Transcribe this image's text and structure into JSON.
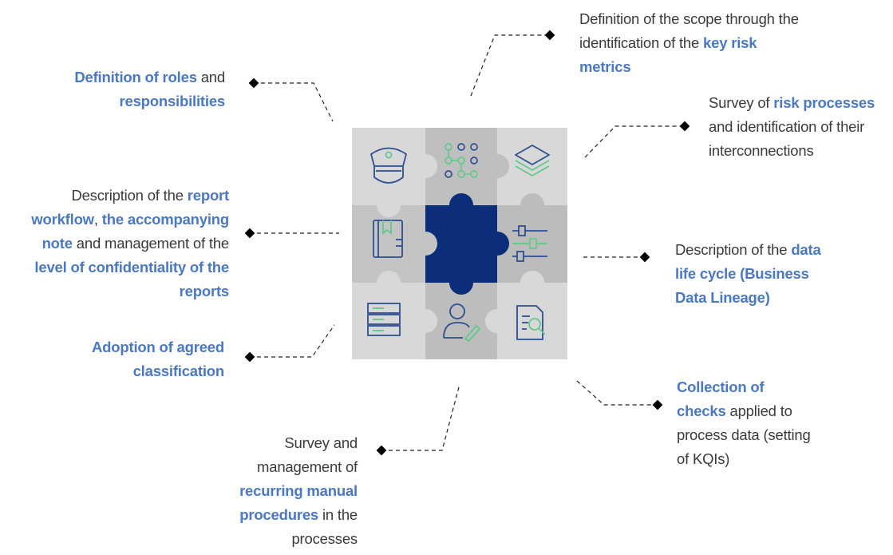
{
  "colors": {
    "text": "#3a3a3a",
    "highlight": "#4a78c2",
    "piece_light": "#d6d6d6",
    "piece_mid": "#bdbdbd",
    "piece_center": "#0c2e7a",
    "icon_blue": "#2d4f8f",
    "icon_green": "#63c98a"
  },
  "labels": [
    {
      "id": "roles",
      "lines": [
        [
          {
            "t": "Definition of roles",
            "hl": true
          },
          {
            "t": " and",
            "hl": false
          }
        ],
        [
          {
            "t": "responsibilities",
            "hl": true
          }
        ]
      ]
    },
    {
      "id": "scope",
      "lines": [
        [
          {
            "t": "Definition of the scope through the",
            "hl": false
          }
        ],
        [
          {
            "t": "identification of the ",
            "hl": false
          },
          {
            "t": "key risk",
            "hl": true
          }
        ],
        [
          {
            "t": "metrics",
            "hl": true
          }
        ]
      ]
    },
    {
      "id": "risk-processes",
      "lines": [
        [
          {
            "t": "Survey of ",
            "hl": false
          },
          {
            "t": "risk processes",
            "hl": true
          }
        ],
        [
          {
            "t": "and identification of their",
            "hl": false
          }
        ],
        [
          {
            "t": "interconnections",
            "hl": false
          }
        ]
      ]
    },
    {
      "id": "report-workflow",
      "lines": [
        [
          {
            "t": "Description of the ",
            "hl": false
          },
          {
            "t": "report",
            "hl": true
          }
        ],
        [
          {
            "t": "workflow",
            "hl": true
          },
          {
            "t": ", ",
            "hl": false
          },
          {
            "t": "the accompanying",
            "hl": true
          }
        ],
        [
          {
            "t": "note",
            "hl": true
          },
          {
            "t": " and management of the",
            "hl": false
          }
        ],
        [
          {
            "t": "level of confidentiality of the",
            "hl": true
          }
        ],
        [
          {
            "t": "reports",
            "hl": true
          }
        ]
      ]
    },
    {
      "id": "data-life-cycle",
      "lines": [
        [
          {
            "t": "Description of the ",
            "hl": false
          },
          {
            "t": "data",
            "hl": true
          }
        ],
        [
          {
            "t": "life cycle (Business",
            "hl": true
          }
        ],
        [
          {
            "t": "Data Lineage)",
            "hl": true
          }
        ]
      ]
    },
    {
      "id": "classification",
      "lines": [
        [
          {
            "t": "Adoption of agreed",
            "hl": true
          }
        ],
        [
          {
            "t": "classification",
            "hl": true
          }
        ]
      ]
    },
    {
      "id": "checks",
      "lines": [
        [
          {
            "t": "Collection of",
            "hl": true
          }
        ],
        [
          {
            "t": "checks",
            "hl": true
          },
          {
            "t": " applied to",
            "hl": false
          }
        ],
        [
          {
            "t": "process data (setting",
            "hl": false
          }
        ],
        [
          {
            "t": "of KQIs)",
            "hl": false
          }
        ]
      ]
    },
    {
      "id": "manual-procedures",
      "lines": [
        [
          {
            "t": "Survey and",
            "hl": false
          }
        ],
        [
          {
            "t": "management of",
            "hl": false
          }
        ],
        [
          {
            "t": "recurring manual",
            "hl": true
          }
        ],
        [
          {
            "t": "procedures",
            "hl": true
          },
          {
            "t": " in the",
            "hl": false
          }
        ],
        [
          {
            "t": "processes",
            "hl": false
          }
        ]
      ]
    }
  ],
  "icons": [
    "police-cap-icon",
    "network-nodes-icon",
    "stacked-layers-icon",
    "book-icon",
    "sliders-icon",
    "document-stack-icon",
    "user-edit-icon",
    "document-search-icon"
  ]
}
